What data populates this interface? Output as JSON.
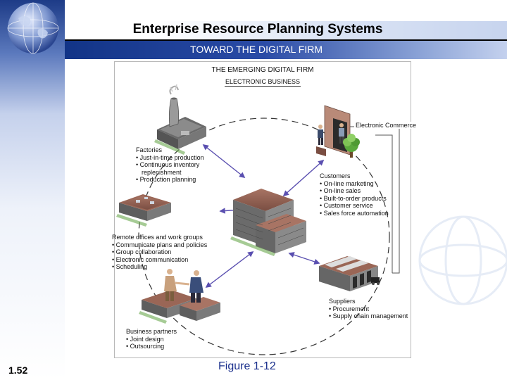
{
  "header": {
    "title": "Enterprise Resource Planning Systems",
    "subtitle": "TOWARD THE DIGITAL FIRM"
  },
  "diagram": {
    "title": "THE EMERGING DIGITAL FIRM",
    "subtitle": "ELECTRONIC BUSINESS",
    "electronic_commerce": "Electronic Commerce",
    "nodes": {
      "factories": {
        "label": "Factories",
        "items": [
          "• Just-in-time production",
          "• Continuous inventory",
          "   replenishment",
          "• Production planning"
        ]
      },
      "customers": {
        "label": "Customers",
        "items": [
          "• On-line marketing",
          "• On-line sales",
          "• Built-to-order products",
          "• Customer service",
          "• Sales force automation"
        ]
      },
      "remote_offices": {
        "label": "Remote offices and work groups",
        "items": [
          "• Communicate plans and policies",
          "• Group collaboration",
          "• Electronic communication",
          "• Scheduling"
        ]
      },
      "suppliers": {
        "label": "Suppliers",
        "items": [
          "• Procurement",
          "• Supply chain management"
        ]
      },
      "business_partners": {
        "label": "Business partners",
        "items": [
          "• Joint design",
          "• Outsourcing"
        ]
      }
    }
  },
  "footer": {
    "slide_number": "1.52",
    "figure": "Figure 1-12"
  },
  "colors": {
    "title_band": "#123487",
    "figure_text": "#1a2f8c",
    "arrow": "#6a5acd",
    "building": "#8a5a4c"
  }
}
